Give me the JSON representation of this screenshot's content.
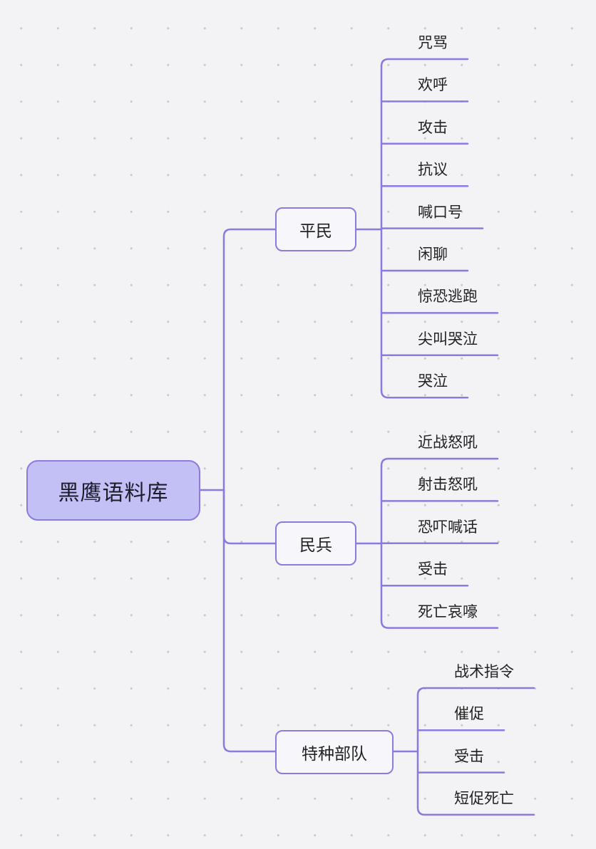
{
  "mindmap": {
    "root": "黑鹰语料库",
    "branches": [
      {
        "label": "平民",
        "leaves": [
          "咒骂",
          "欢呼",
          "攻击",
          "抗议",
          "喊口号",
          "闲聊",
          "惊恐逃跑",
          "尖叫哭泣",
          "哭泣"
        ]
      },
      {
        "label": "民兵",
        "leaves": [
          "近战怒吼",
          "射击怒吼",
          "恐吓喊话",
          "受击",
          "死亡哀嚎"
        ]
      },
      {
        "label": "特种部队",
        "leaves": [
          "战术指令",
          "催促",
          "受击",
          "短促死亡"
        ]
      }
    ]
  },
  "colors": {
    "line": "#8a7be0",
    "root_fill": "#c3c0f6",
    "background": "#f3f3f6"
  }
}
